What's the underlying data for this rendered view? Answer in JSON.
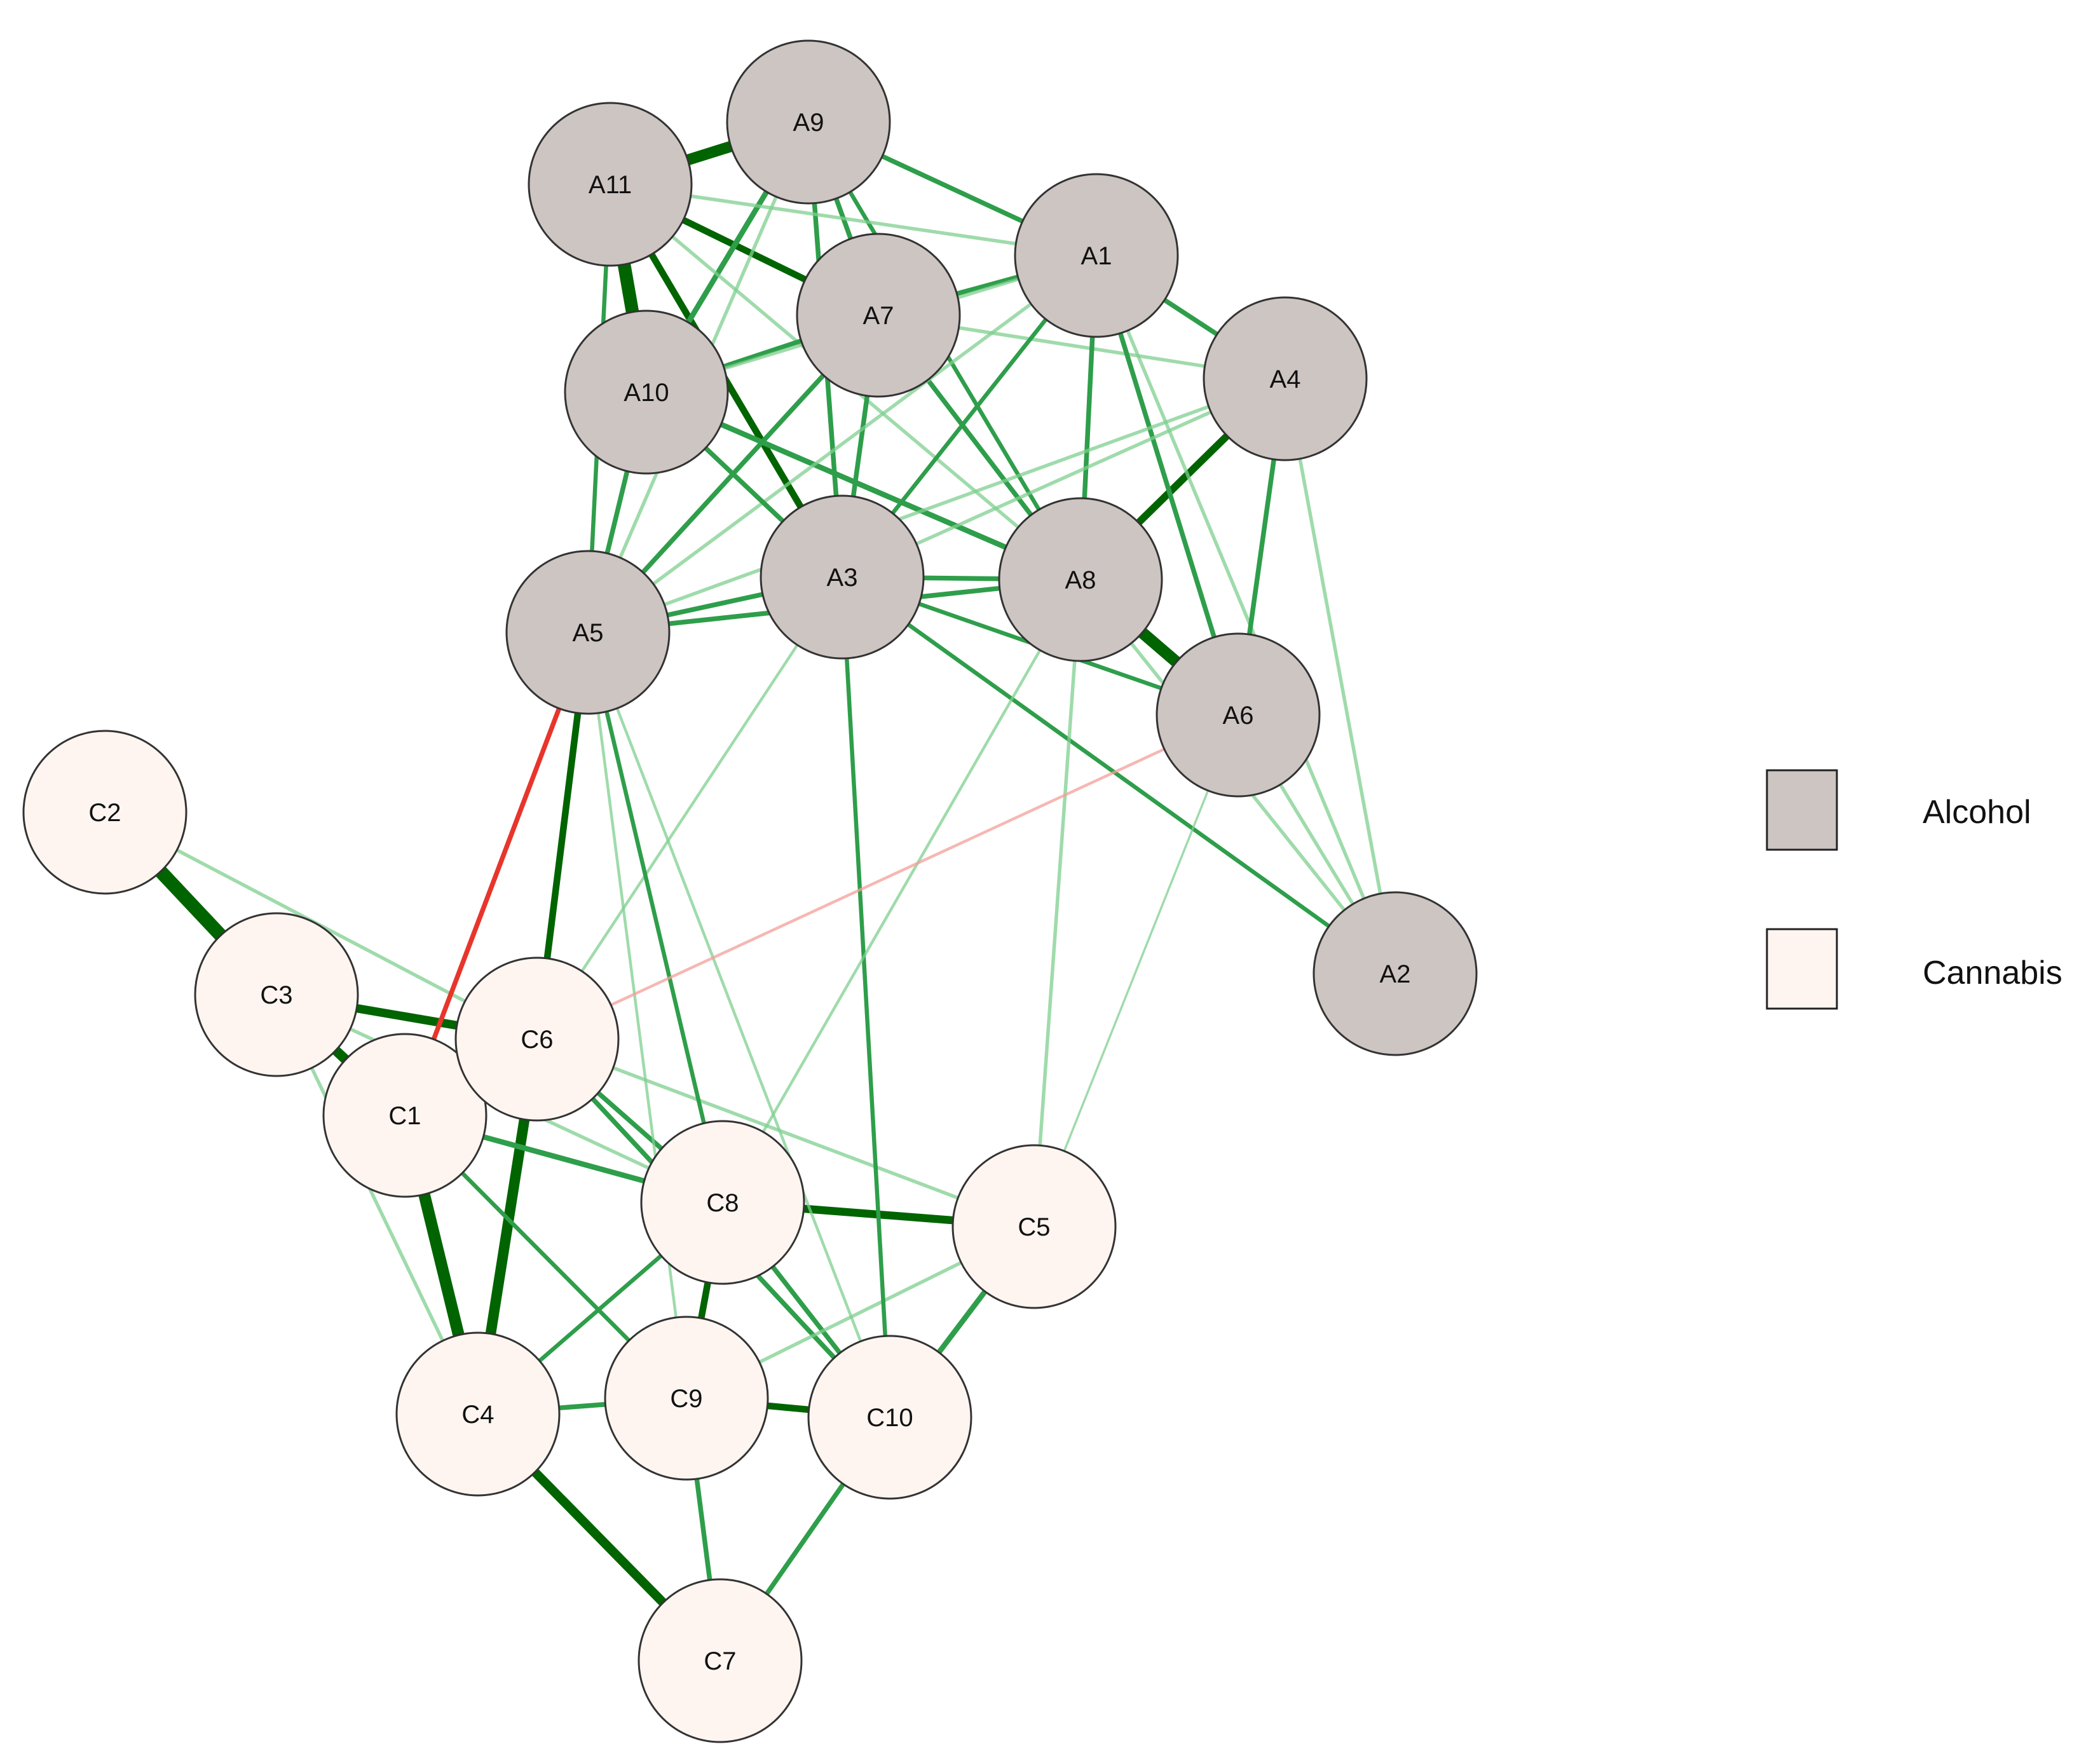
{
  "colors": {
    "alcohol_fill": "#cdc5c2",
    "cannabis_fill": "#fff5f0",
    "node_stroke": "#333333",
    "positive_edge_strong": "#006400",
    "positive_edge_mid": "#2e9e4a",
    "positive_edge_light": "#7fcf8f",
    "negative_edge": "#e8352b",
    "negative_edge_light": "#f4a09a"
  },
  "legend": {
    "alcohol": "Alcohol",
    "cannabis": "Cannabis"
  },
  "nodes": [
    {
      "id": "A1",
      "label": "A1",
      "group": "alcohol"
    },
    {
      "id": "A2",
      "label": "A2",
      "group": "alcohol"
    },
    {
      "id": "A3",
      "label": "A3",
      "group": "alcohol"
    },
    {
      "id": "A4",
      "label": "A4",
      "group": "alcohol"
    },
    {
      "id": "A5",
      "label": "A5",
      "group": "alcohol"
    },
    {
      "id": "A6",
      "label": "A6",
      "group": "alcohol"
    },
    {
      "id": "A7",
      "label": "A7",
      "group": "alcohol"
    },
    {
      "id": "A8",
      "label": "A8",
      "group": "alcohol"
    },
    {
      "id": "A9",
      "label": "A9",
      "group": "alcohol"
    },
    {
      "id": "A10",
      "label": "A10",
      "group": "alcohol"
    },
    {
      "id": "A11",
      "label": "A11",
      "group": "alcohol"
    },
    {
      "id": "C1",
      "label": "C1",
      "group": "cannabis"
    },
    {
      "id": "C2",
      "label": "C2",
      "group": "cannabis"
    },
    {
      "id": "C3",
      "label": "C3",
      "group": "cannabis"
    },
    {
      "id": "C4",
      "label": "C4",
      "group": "cannabis"
    },
    {
      "id": "C5",
      "label": "C5",
      "group": "cannabis"
    },
    {
      "id": "C6",
      "label": "C6",
      "group": "cannabis"
    },
    {
      "id": "C7",
      "label": "C7",
      "group": "cannabis"
    },
    {
      "id": "C8",
      "label": "C8",
      "group": "cannabis"
    },
    {
      "id": "C9",
      "label": "C9",
      "group": "cannabis"
    },
    {
      "id": "C10",
      "label": "C10",
      "group": "cannabis"
    }
  ],
  "edges": [
    {
      "from": "A11",
      "to": "A10",
      "weight": 0.95,
      "sign": "positive"
    },
    {
      "from": "A11",
      "to": "A9",
      "weight": 0.8,
      "sign": "positive"
    },
    {
      "from": "C2",
      "to": "C3",
      "weight": 1.0,
      "sign": "positive"
    },
    {
      "from": "A8",
      "to": "A6",
      "weight": 0.85,
      "sign": "positive"
    },
    {
      "from": "C3",
      "to": "C1",
      "weight": 0.7,
      "sign": "positive"
    },
    {
      "from": "C1",
      "to": "C4",
      "weight": 0.85,
      "sign": "positive"
    },
    {
      "from": "C6",
      "to": "C4",
      "weight": 0.75,
      "sign": "positive"
    },
    {
      "from": "C4",
      "to": "C7",
      "weight": 0.65,
      "sign": "positive"
    },
    {
      "from": "C3",
      "to": "C6",
      "weight": 0.6,
      "sign": "positive"
    },
    {
      "from": "C8",
      "to": "C5",
      "weight": 0.55,
      "sign": "positive"
    },
    {
      "from": "A4",
      "to": "A8",
      "weight": 0.5,
      "sign": "positive"
    },
    {
      "from": "A11",
      "to": "A7",
      "weight": 0.45,
      "sign": "positive"
    },
    {
      "from": "A11",
      "to": "A3",
      "weight": 0.45,
      "sign": "positive"
    },
    {
      "from": "A5",
      "to": "C6",
      "weight": 0.45,
      "sign": "positive"
    },
    {
      "from": "C9",
      "to": "C10",
      "weight": 0.45,
      "sign": "positive"
    },
    {
      "from": "C8",
      "to": "C9",
      "weight": 0.45,
      "sign": "positive"
    },
    {
      "from": "A10",
      "to": "A8",
      "weight": 0.35,
      "sign": "positive"
    },
    {
      "from": "C1",
      "to": "C8",
      "weight": 0.35,
      "sign": "positive"
    },
    {
      "from": "C10",
      "to": "C5",
      "weight": 0.35,
      "sign": "positive"
    },
    {
      "from": "C10",
      "to": "C7",
      "weight": 0.3,
      "sign": "positive"
    },
    {
      "from": "C4",
      "to": "C9",
      "weight": 0.3,
      "sign": "positive"
    },
    {
      "from": "C9",
      "to": "C7",
      "weight": 0.3,
      "sign": "positive"
    },
    {
      "from": "C8",
      "to": "C10",
      "weight": 0.3,
      "sign": "positive"
    },
    {
      "from": "C6",
      "to": "C8",
      "weight": 0.3,
      "sign": "positive"
    },
    {
      "from": "C6",
      "to": "C10",
      "weight": 0.3,
      "sign": "positive"
    },
    {
      "from": "C1",
      "to": "C9",
      "weight": 0.25,
      "sign": "positive"
    },
    {
      "from": "C3",
      "to": "C4",
      "weight": 0.2,
      "sign": "positive"
    },
    {
      "from": "C2",
      "to": "C6",
      "weight": 0.2,
      "sign": "positive"
    },
    {
      "from": "C6",
      "to": "C5",
      "weight": 0.2,
      "sign": "positive"
    },
    {
      "from": "C3",
      "to": "C8",
      "weight": 0.2,
      "sign": "positive"
    },
    {
      "from": "C4",
      "to": "C8",
      "weight": 0.25,
      "sign": "positive"
    },
    {
      "from": "C9",
      "to": "C5",
      "weight": 0.2,
      "sign": "positive"
    },
    {
      "from": "A9",
      "to": "A10",
      "weight": 0.35,
      "sign": "positive"
    },
    {
      "from": "A9",
      "to": "A7",
      "weight": 0.3,
      "sign": "positive"
    },
    {
      "from": "A9",
      "to": "A1",
      "weight": 0.3,
      "sign": "positive"
    },
    {
      "from": "A9",
      "to": "A3",
      "weight": 0.3,
      "sign": "positive"
    },
    {
      "from": "A9",
      "to": "A8",
      "weight": 0.25,
      "sign": "positive"
    },
    {
      "from": "A9",
      "to": "A5",
      "weight": 0.2,
      "sign": "positive"
    },
    {
      "from": "A11",
      "to": "A1",
      "weight": 0.2,
      "sign": "positive"
    },
    {
      "from": "A11",
      "to": "A5",
      "weight": 0.25,
      "sign": "positive"
    },
    {
      "from": "A11",
      "to": "A8",
      "weight": 0.2,
      "sign": "positive"
    },
    {
      "from": "A7",
      "to": "A10",
      "weight": 0.3,
      "sign": "positive"
    },
    {
      "from": "A7",
      "to": "A1",
      "weight": 0.3,
      "sign": "positive"
    },
    {
      "from": "A7",
      "to": "A3",
      "weight": 0.3,
      "sign": "positive"
    },
    {
      "from": "A7",
      "to": "A5",
      "weight": 0.3,
      "sign": "positive"
    },
    {
      "from": "A7",
      "to": "A8",
      "weight": 0.3,
      "sign": "positive"
    },
    {
      "from": "A7",
      "to": "A4",
      "weight": 0.2,
      "sign": "positive"
    },
    {
      "from": "A1",
      "to": "A4",
      "weight": 0.3,
      "sign": "positive"
    },
    {
      "from": "A1",
      "to": "A8",
      "weight": 0.3,
      "sign": "positive"
    },
    {
      "from": "A1",
      "to": "A3",
      "weight": 0.25,
      "sign": "positive"
    },
    {
      "from": "A1",
      "to": "A5",
      "weight": 0.2,
      "sign": "positive"
    },
    {
      "from": "A1",
      "to": "A6",
      "weight": 0.3,
      "sign": "positive"
    },
    {
      "from": "A1",
      "to": "A10",
      "weight": 0.2,
      "sign": "positive"
    },
    {
      "from": "A1",
      "to": "A2",
      "weight": 0.2,
      "sign": "positive"
    },
    {
      "from": "A4",
      "to": "A6",
      "weight": 0.3,
      "sign": "positive"
    },
    {
      "from": "A4",
      "to": "A2",
      "weight": 0.2,
      "sign": "positive"
    },
    {
      "from": "A4",
      "to": "A3",
      "weight": 0.2,
      "sign": "positive"
    },
    {
      "from": "A4",
      "to": "A5",
      "weight": 0.2,
      "sign": "positive"
    },
    {
      "from": "A10",
      "to": "A3",
      "weight": 0.3,
      "sign": "positive"
    },
    {
      "from": "A10",
      "to": "A5",
      "weight": 0.3,
      "sign": "positive"
    },
    {
      "from": "A3",
      "to": "A5",
      "weight": 0.3,
      "sign": "positive"
    },
    {
      "from": "A3",
      "to": "A8",
      "weight": 0.3,
      "sign": "positive"
    },
    {
      "from": "A3",
      "to": "A6",
      "weight": 0.25,
      "sign": "positive"
    },
    {
      "from": "A3",
      "to": "A2",
      "weight": 0.25,
      "sign": "positive"
    },
    {
      "from": "A3",
      "to": "C10",
      "weight": 0.25,
      "sign": "positive"
    },
    {
      "from": "A3",
      "to": "C6",
      "weight": 0.15,
      "sign": "positive"
    },
    {
      "from": "A5",
      "to": "A8",
      "weight": 0.3,
      "sign": "positive"
    },
    {
      "from": "A5",
      "to": "C8",
      "weight": 0.25,
      "sign": "positive"
    },
    {
      "from": "A5",
      "to": "C9",
      "weight": 0.15,
      "sign": "positive"
    },
    {
      "from": "A5",
      "to": "C10",
      "weight": 0.15,
      "sign": "positive"
    },
    {
      "from": "A8",
      "to": "A2",
      "weight": 0.2,
      "sign": "positive"
    },
    {
      "from": "A8",
      "to": "C5",
      "weight": 0.2,
      "sign": "positive"
    },
    {
      "from": "A8",
      "to": "C8",
      "weight": 0.15,
      "sign": "positive"
    },
    {
      "from": "A6",
      "to": "A2",
      "weight": 0.2,
      "sign": "positive"
    },
    {
      "from": "A6",
      "to": "C5",
      "weight": 0.1,
      "sign": "positive"
    },
    {
      "from": "A5",
      "to": "C1",
      "weight": 0.3,
      "sign": "negative"
    },
    {
      "from": "A6",
      "to": "C6",
      "weight": 0.15,
      "sign": "negative"
    }
  ]
}
